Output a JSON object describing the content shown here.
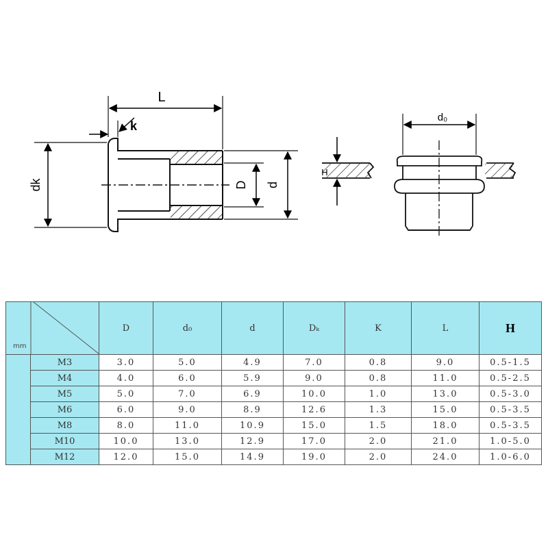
{
  "drawing": {
    "labels": {
      "L": "L",
      "k": "k",
      "dk": "dk",
      "D": "D",
      "d": "d",
      "H": "H",
      "d0": "d₀"
    }
  },
  "table": {
    "unit": "mm",
    "headers": [
      "D",
      "d₀",
      "d",
      "Dₖ",
      "K",
      "L",
      "H"
    ],
    "rows": [
      {
        "size": "M3",
        "values": [
          "3.0",
          "5.0",
          "4.9",
          "7.0",
          "0.8",
          "9.0",
          "0.5-1.5"
        ]
      },
      {
        "size": "M4",
        "values": [
          "4.0",
          "6.0",
          "5.9",
          "9.0",
          "0.8",
          "11.0",
          "0.5-2.5"
        ]
      },
      {
        "size": "M5",
        "values": [
          "5.0",
          "7.0",
          "6.9",
          "10.0",
          "1.0",
          "13.0",
          "0.5-3.0"
        ]
      },
      {
        "size": "M6",
        "values": [
          "6.0",
          "9.0",
          "8.9",
          "12.6",
          "1.3",
          "15.0",
          "0.5-3.5"
        ]
      },
      {
        "size": "M8",
        "values": [
          "8.0",
          "11.0",
          "10.9",
          "15.0",
          "1.5",
          "18.0",
          "0.5-3.5"
        ]
      },
      {
        "size": "M10",
        "values": [
          "10.0",
          "13.0",
          "12.9",
          "17.0",
          "2.0",
          "21.0",
          "1.0-5.0"
        ]
      },
      {
        "size": "M12",
        "values": [
          "12.0",
          "15.0",
          "14.9",
          "19.0",
          "2.0",
          "24.0",
          "1.0-6.0"
        ]
      }
    ]
  }
}
